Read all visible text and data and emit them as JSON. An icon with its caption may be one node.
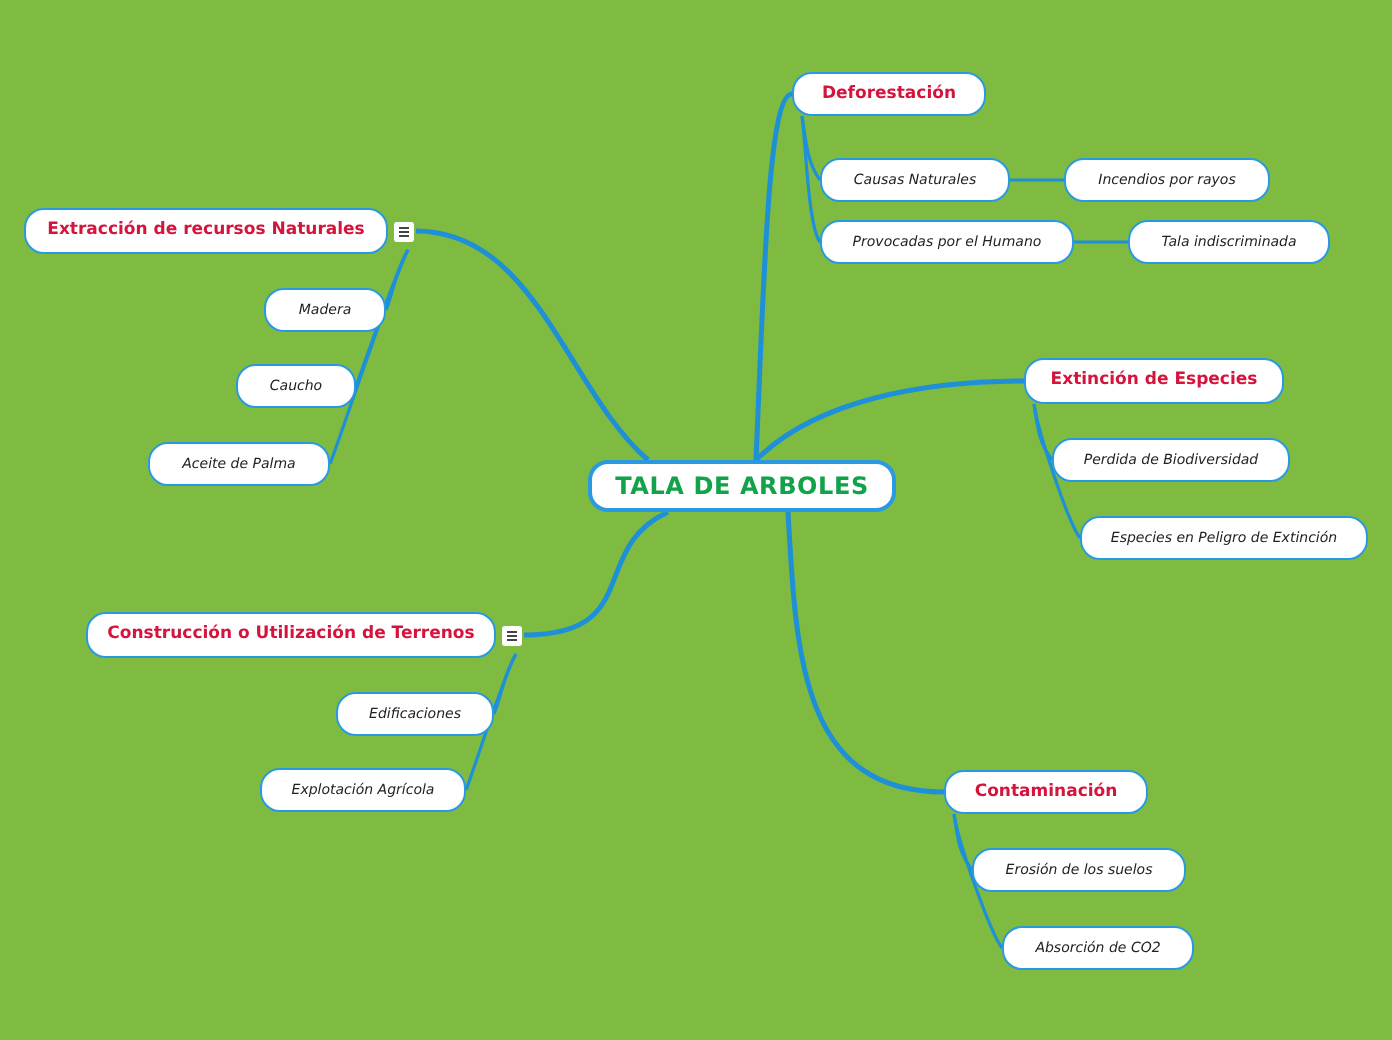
{
  "diagram": {
    "nodes": [
      {
        "text": [
          "TALA DE ARBOLES"
        ]
      },
      {
        "text": [
          "Deforestación"
        ]
      },
      {
        "text": [
          "Causas Naturales"
        ]
      },
      {
        "text": [
          "Incendios por rayos"
        ]
      },
      {
        "text": [
          "Provocadas por el Humano"
        ]
      },
      {
        "text": [
          "Tala indiscriminada"
        ]
      },
      {
        "text": [
          "Extracción de recursos Naturales"
        ]
      },
      {
        "text": [
          "Madera"
        ]
      },
      {
        "text": [
          "Caucho"
        ]
      },
      {
        "text": [
          "Aceite de Palma"
        ]
      },
      {
        "text": [
          "Extinción de Especies"
        ]
      },
      {
        "text": [
          "Perdida de Biodiversidad"
        ]
      },
      {
        "text": [
          "Especies en Peligro de Extinción"
        ]
      },
      {
        "text": [
          "Construcción o Utilización de Terrenos"
        ]
      },
      {
        "text": [
          "Edificaciones"
        ]
      },
      {
        "text": [
          "Explotación Agrícola"
        ]
      },
      {
        "text": [
          "Contaminación"
        ]
      },
      {
        "text": [
          "Erosión de los suelos"
        ]
      },
      {
        "text": [
          "Absorción de CO2"
        ]
      }
    ],
    "edges": [
      {
        "from": 0,
        "to": 1,
        "arrow": "none"
      },
      {
        "from": 1,
        "to": 2,
        "arrow": "none"
      },
      {
        "from": 1,
        "to": 4,
        "arrow": "none"
      },
      {
        "from": 2,
        "to": 3,
        "arrow": "none"
      },
      {
        "from": 4,
        "to": 5,
        "arrow": "none"
      },
      {
        "from": 0,
        "to": 6,
        "arrow": "none"
      },
      {
        "from": 6,
        "to": 7,
        "arrow": "none"
      },
      {
        "from": 6,
        "to": 8,
        "arrow": "none"
      },
      {
        "from": 6,
        "to": 9,
        "arrow": "none"
      },
      {
        "from": 0,
        "to": 10,
        "arrow": "none"
      },
      {
        "from": 10,
        "to": 11,
        "arrow": "none"
      },
      {
        "from": 10,
        "to": 12,
        "arrow": "none"
      },
      {
        "from": 0,
        "to": 13,
        "arrow": "none"
      },
      {
        "from": 13,
        "to": 14,
        "arrow": "none"
      },
      {
        "from": 13,
        "to": 15,
        "arrow": "none"
      },
      {
        "from": 0,
        "to": 16,
        "arrow": "none"
      },
      {
        "from": 16,
        "to": 17,
        "arrow": "none"
      },
      {
        "from": 16,
        "to": 18,
        "arrow": "none"
      }
    ]
  }
}
